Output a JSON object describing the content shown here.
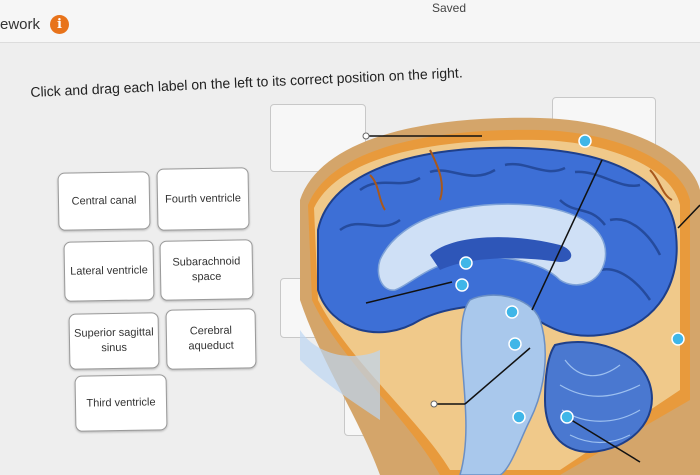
{
  "header": {
    "title": "ework",
    "info_icon": "info-icon",
    "status": "Saved"
  },
  "instructions": "Click and drag each label on the left to its correct position on the right.",
  "labels": [
    "Central canal",
    "Fourth ventricle",
    "Lateral ventricle",
    "Subarachnoid space",
    "Superior sagittal sinus",
    "Cerebral aqueduct",
    "Third ventricle"
  ],
  "colors": {
    "accent": "#e8731a",
    "brain_blue": "#3d6fd6",
    "marker": "#3fb6e8"
  }
}
